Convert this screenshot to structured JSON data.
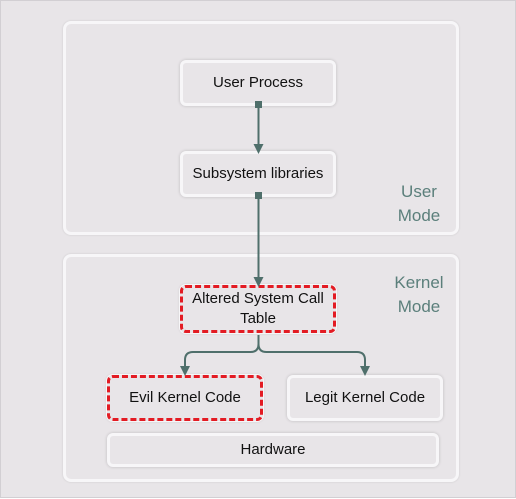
{
  "colors": {
    "background": "#e8e5e8",
    "box_border": "#f7f6f8",
    "connector": "#4f6f6b",
    "region_label": "#5b7f7b",
    "alert_border": "#e31b23"
  },
  "regions": {
    "user_mode": {
      "label": "User\nMode"
    },
    "kernel_mode": {
      "label": "Kernel\nMode"
    }
  },
  "nodes": {
    "user_process": "User Process",
    "subsystem_libraries": "Subsystem libraries",
    "altered_system_call_table": "Altered System Call\nTable",
    "evil_kernel_code": "Evil Kernel Code",
    "legit_kernel_code": "Legit Kernel Code",
    "hardware": "Hardware"
  }
}
